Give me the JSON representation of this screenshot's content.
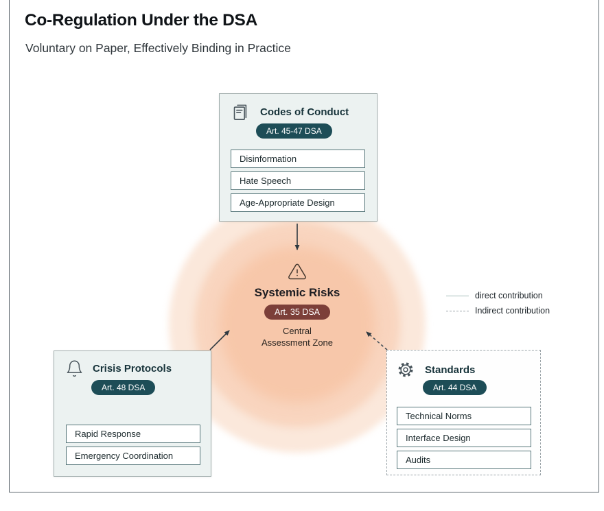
{
  "header": {
    "title": "Co-Regulation Under the DSA",
    "subtitle": "Voluntary on Paper, Effectively Binding in Practice"
  },
  "center": {
    "title": "Systemic Risks",
    "badge": "Art. 35 DSA",
    "caption_line1": "Central",
    "caption_line2": "Assessment Zone",
    "icon": "warning-triangle-icon"
  },
  "nodes": {
    "codes": {
      "icon": "document-icon",
      "title": "Codes of Conduct",
      "badge": "Art. 45-47 DSA",
      "items": [
        "Disinformation",
        "Hate Speech",
        "Age-Appropriate Design"
      ],
      "link_type": "direct"
    },
    "crisis": {
      "icon": "bell-icon",
      "title": "Crisis Protocols",
      "badge": "Art. 48 DSA",
      "items": [
        "Rapid Response",
        "Emergency Coordination"
      ],
      "link_type": "direct"
    },
    "standards": {
      "icon": "gear-icon",
      "title": "Standards",
      "badge": "Art. 44 DSA",
      "items": [
        "Technical Norms",
        "Interface Design",
        "Audits"
      ],
      "link_type": "indirect"
    }
  },
  "legend": {
    "direct_label": "direct contribution",
    "indirect_label": "Indirect contribution"
  },
  "colors": {
    "teal_badge": "#1d4d57",
    "maroon_badge": "#7c3f39",
    "card_bg": "#ecf2f1",
    "item_border": "#547478",
    "gradient_peach": "#f5b48d",
    "arrow": "#37424a"
  }
}
